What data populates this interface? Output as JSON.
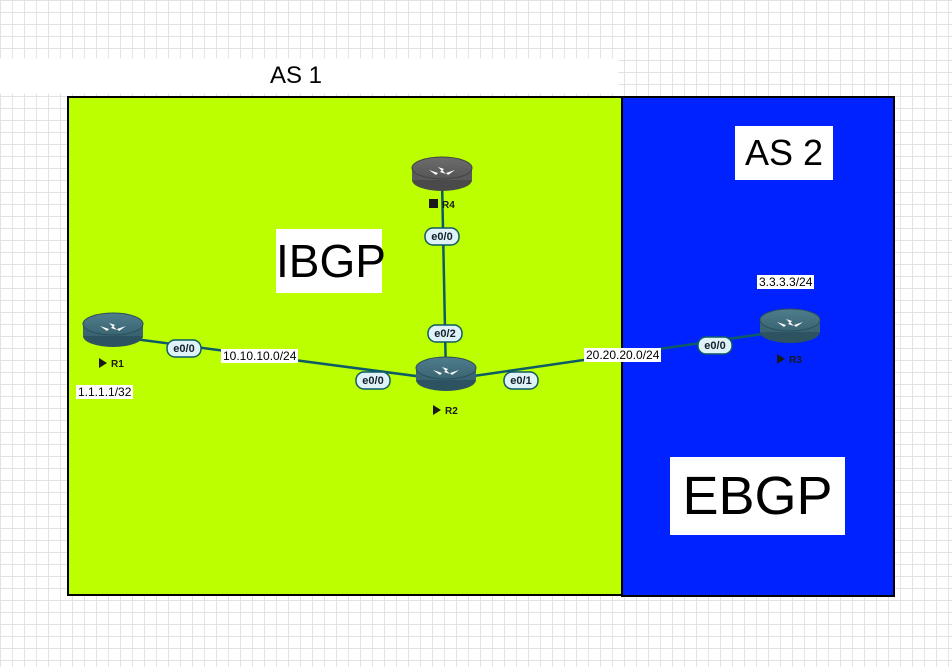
{
  "zones": {
    "as1": {
      "label": "AS 1",
      "color": "#bbff00"
    },
    "as2": {
      "label": "AS 2",
      "color": "#0022ff"
    }
  },
  "labels": {
    "ibgp": "IBGP",
    "ebgp": "EBGP"
  },
  "routers": {
    "r1": {
      "name": "R1",
      "status": "running",
      "loopback": "1.1.1.1/32"
    },
    "r2": {
      "name": "R2",
      "status": "running"
    },
    "r3": {
      "name": "R3",
      "status": "running",
      "loopback": "3.3.3.3/24"
    },
    "r4": {
      "name": "R4",
      "status": "stopped"
    }
  },
  "links": {
    "r1_r2": {
      "subnet": "10.10.10.0/24",
      "a_if": "e0/0",
      "b_if": "e0/0"
    },
    "r2_r3": {
      "subnet": "20.20.20.0/24",
      "a_if": "e0/1",
      "b_if": "e0/0"
    },
    "r4_r2": {
      "a_if": "e0/0",
      "b_if": "e0/2"
    }
  },
  "icons": {
    "router": "router-icon",
    "play": "play-icon",
    "stop": "stop-icon"
  }
}
